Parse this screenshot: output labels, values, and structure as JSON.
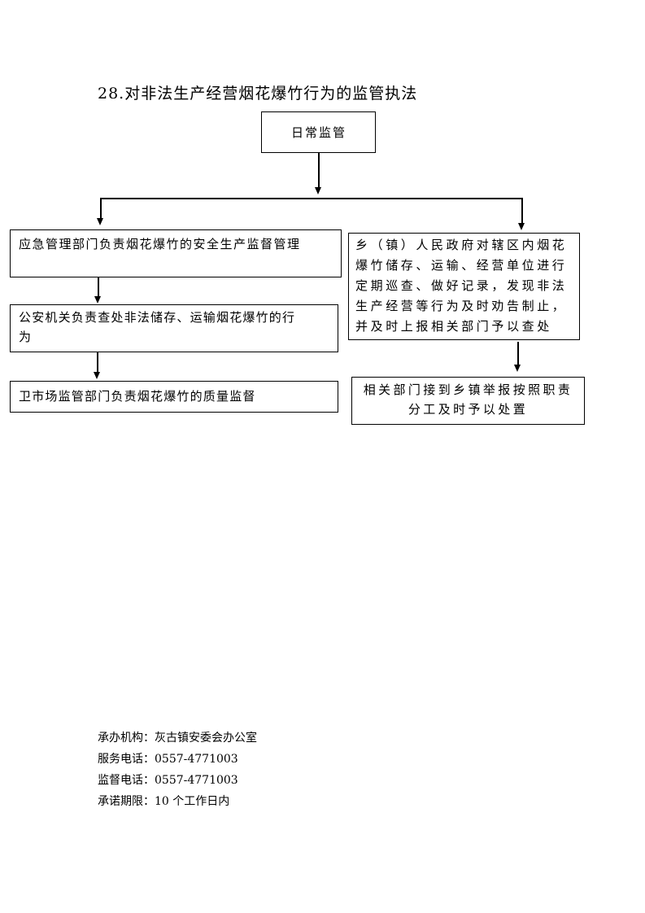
{
  "title": "28.对非法生产经营烟花爆竹行为的监管执法",
  "flow": {
    "root": "日常监管",
    "left": [
      "应急管理部门负责烟花爆竹的安全生产监督管理",
      [
        "公安机关负责查处非法储存、运输烟花爆竹的行",
        "为"
      ],
      "卫市场监管部门负责烟花爆竹的质量监督"
    ],
    "right": {
      "first_lines": [
        "乡（镇）人民政府对辖区内烟花",
        "爆竹储存、运输、经营单位进行",
        "定期巡查、做好记录，发现非法",
        "生产经营等行为及时劝告制止，",
        "并及时上报相关部门予以查处"
      ],
      "second_lines": [
        "相关部门接到乡镇举报按照职责",
        "分工及时予以处置"
      ]
    }
  },
  "footer": {
    "org": "承办机构：灰古镇安委会办公室",
    "service_phone": "服务电话：0557-4771003",
    "supervise_phone": "监督电话：0557-4771003",
    "deadline": "承诺期限：10 个工作日内"
  }
}
